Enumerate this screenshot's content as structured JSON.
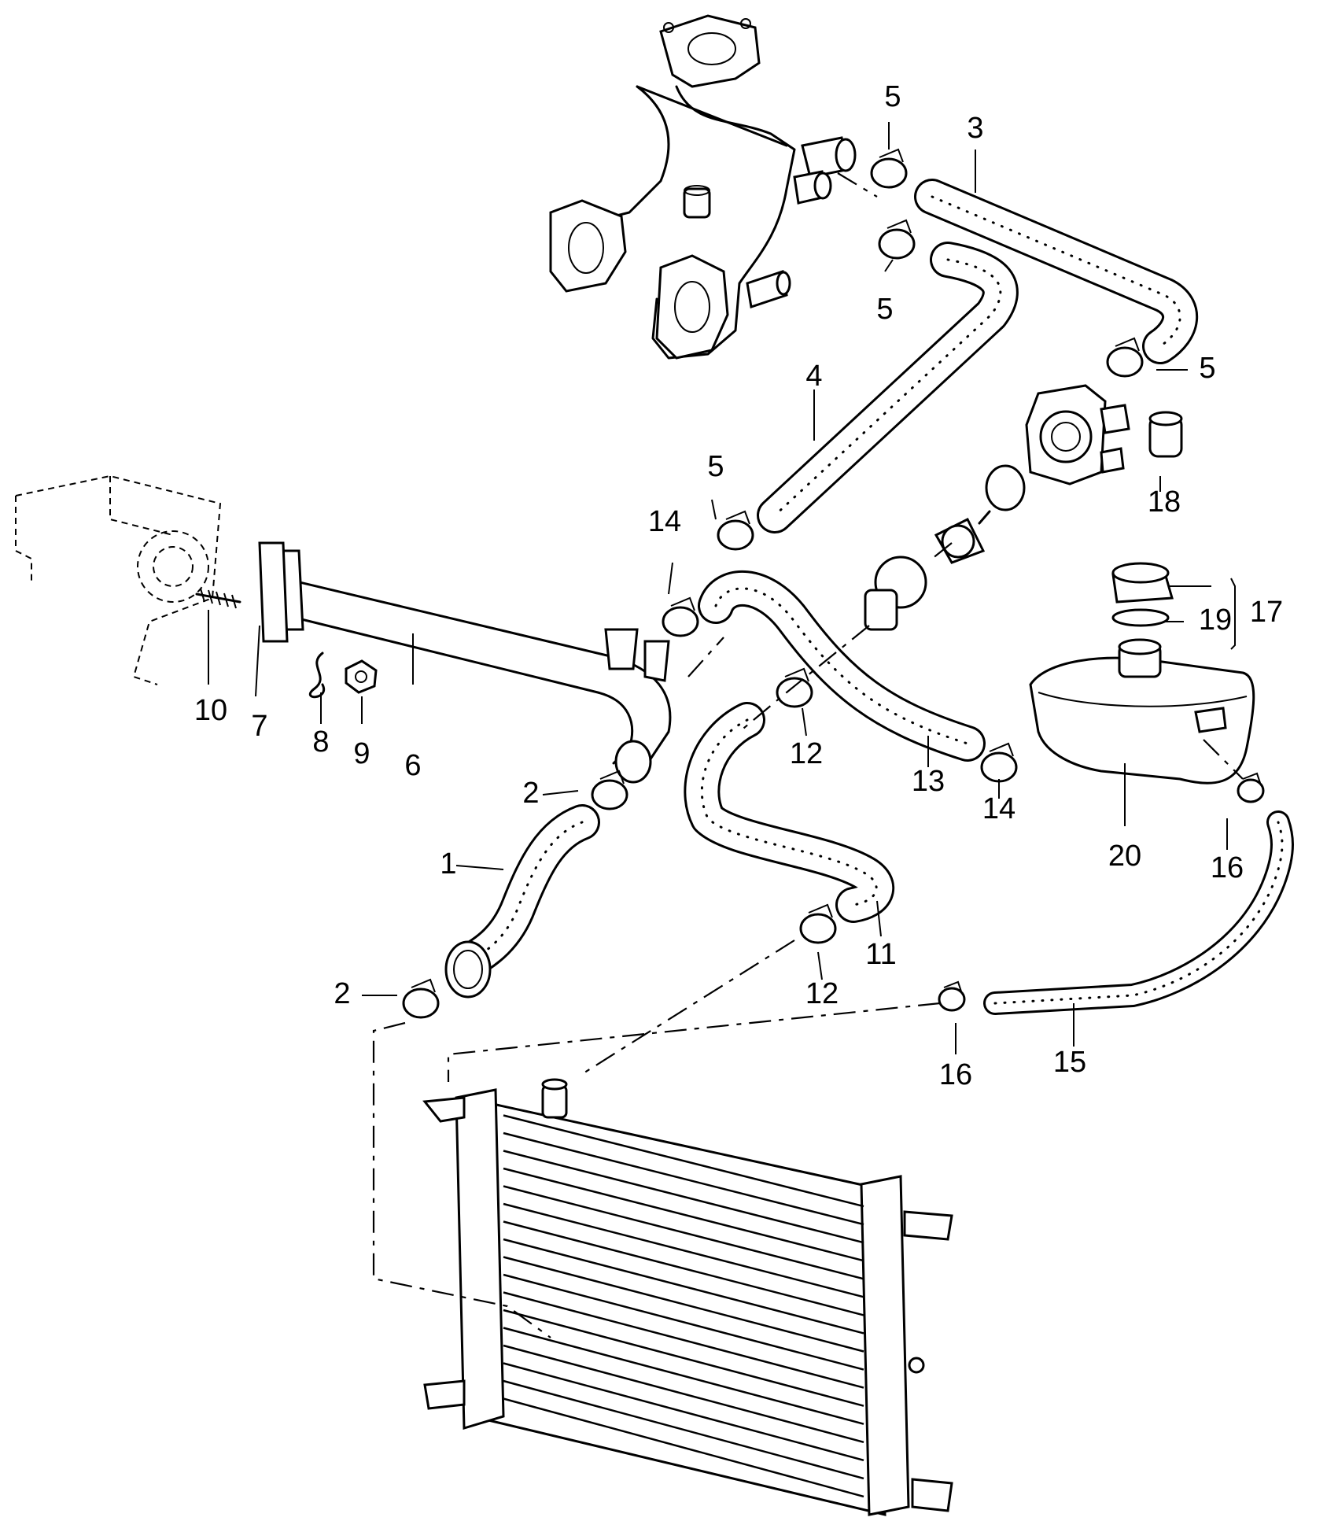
{
  "diagram": {
    "callouts": [
      {
        "id": "c1",
        "label": "1"
      },
      {
        "id": "c2a",
        "label": "2"
      },
      {
        "id": "c2b",
        "label": "2"
      },
      {
        "id": "c3",
        "label": "3"
      },
      {
        "id": "c4",
        "label": "4"
      },
      {
        "id": "c5a",
        "label": "5"
      },
      {
        "id": "c5b",
        "label": "5"
      },
      {
        "id": "c5c",
        "label": "5"
      },
      {
        "id": "c5d",
        "label": "5"
      },
      {
        "id": "c6",
        "label": "6"
      },
      {
        "id": "c7",
        "label": "7"
      },
      {
        "id": "c8",
        "label": "8"
      },
      {
        "id": "c9",
        "label": "9"
      },
      {
        "id": "c10",
        "label": "10"
      },
      {
        "id": "c11",
        "label": "11"
      },
      {
        "id": "c12a",
        "label": "12"
      },
      {
        "id": "c12b",
        "label": "12"
      },
      {
        "id": "c13",
        "label": "13"
      },
      {
        "id": "c14a",
        "label": "14"
      },
      {
        "id": "c14b",
        "label": "14"
      },
      {
        "id": "c15",
        "label": "15"
      },
      {
        "id": "c16a",
        "label": "16"
      },
      {
        "id": "c16b",
        "label": "16"
      },
      {
        "id": "c17",
        "label": "17"
      },
      {
        "id": "c18",
        "label": "18"
      },
      {
        "id": "c19",
        "label": "19"
      },
      {
        "id": "c20",
        "label": "20"
      }
    ]
  }
}
